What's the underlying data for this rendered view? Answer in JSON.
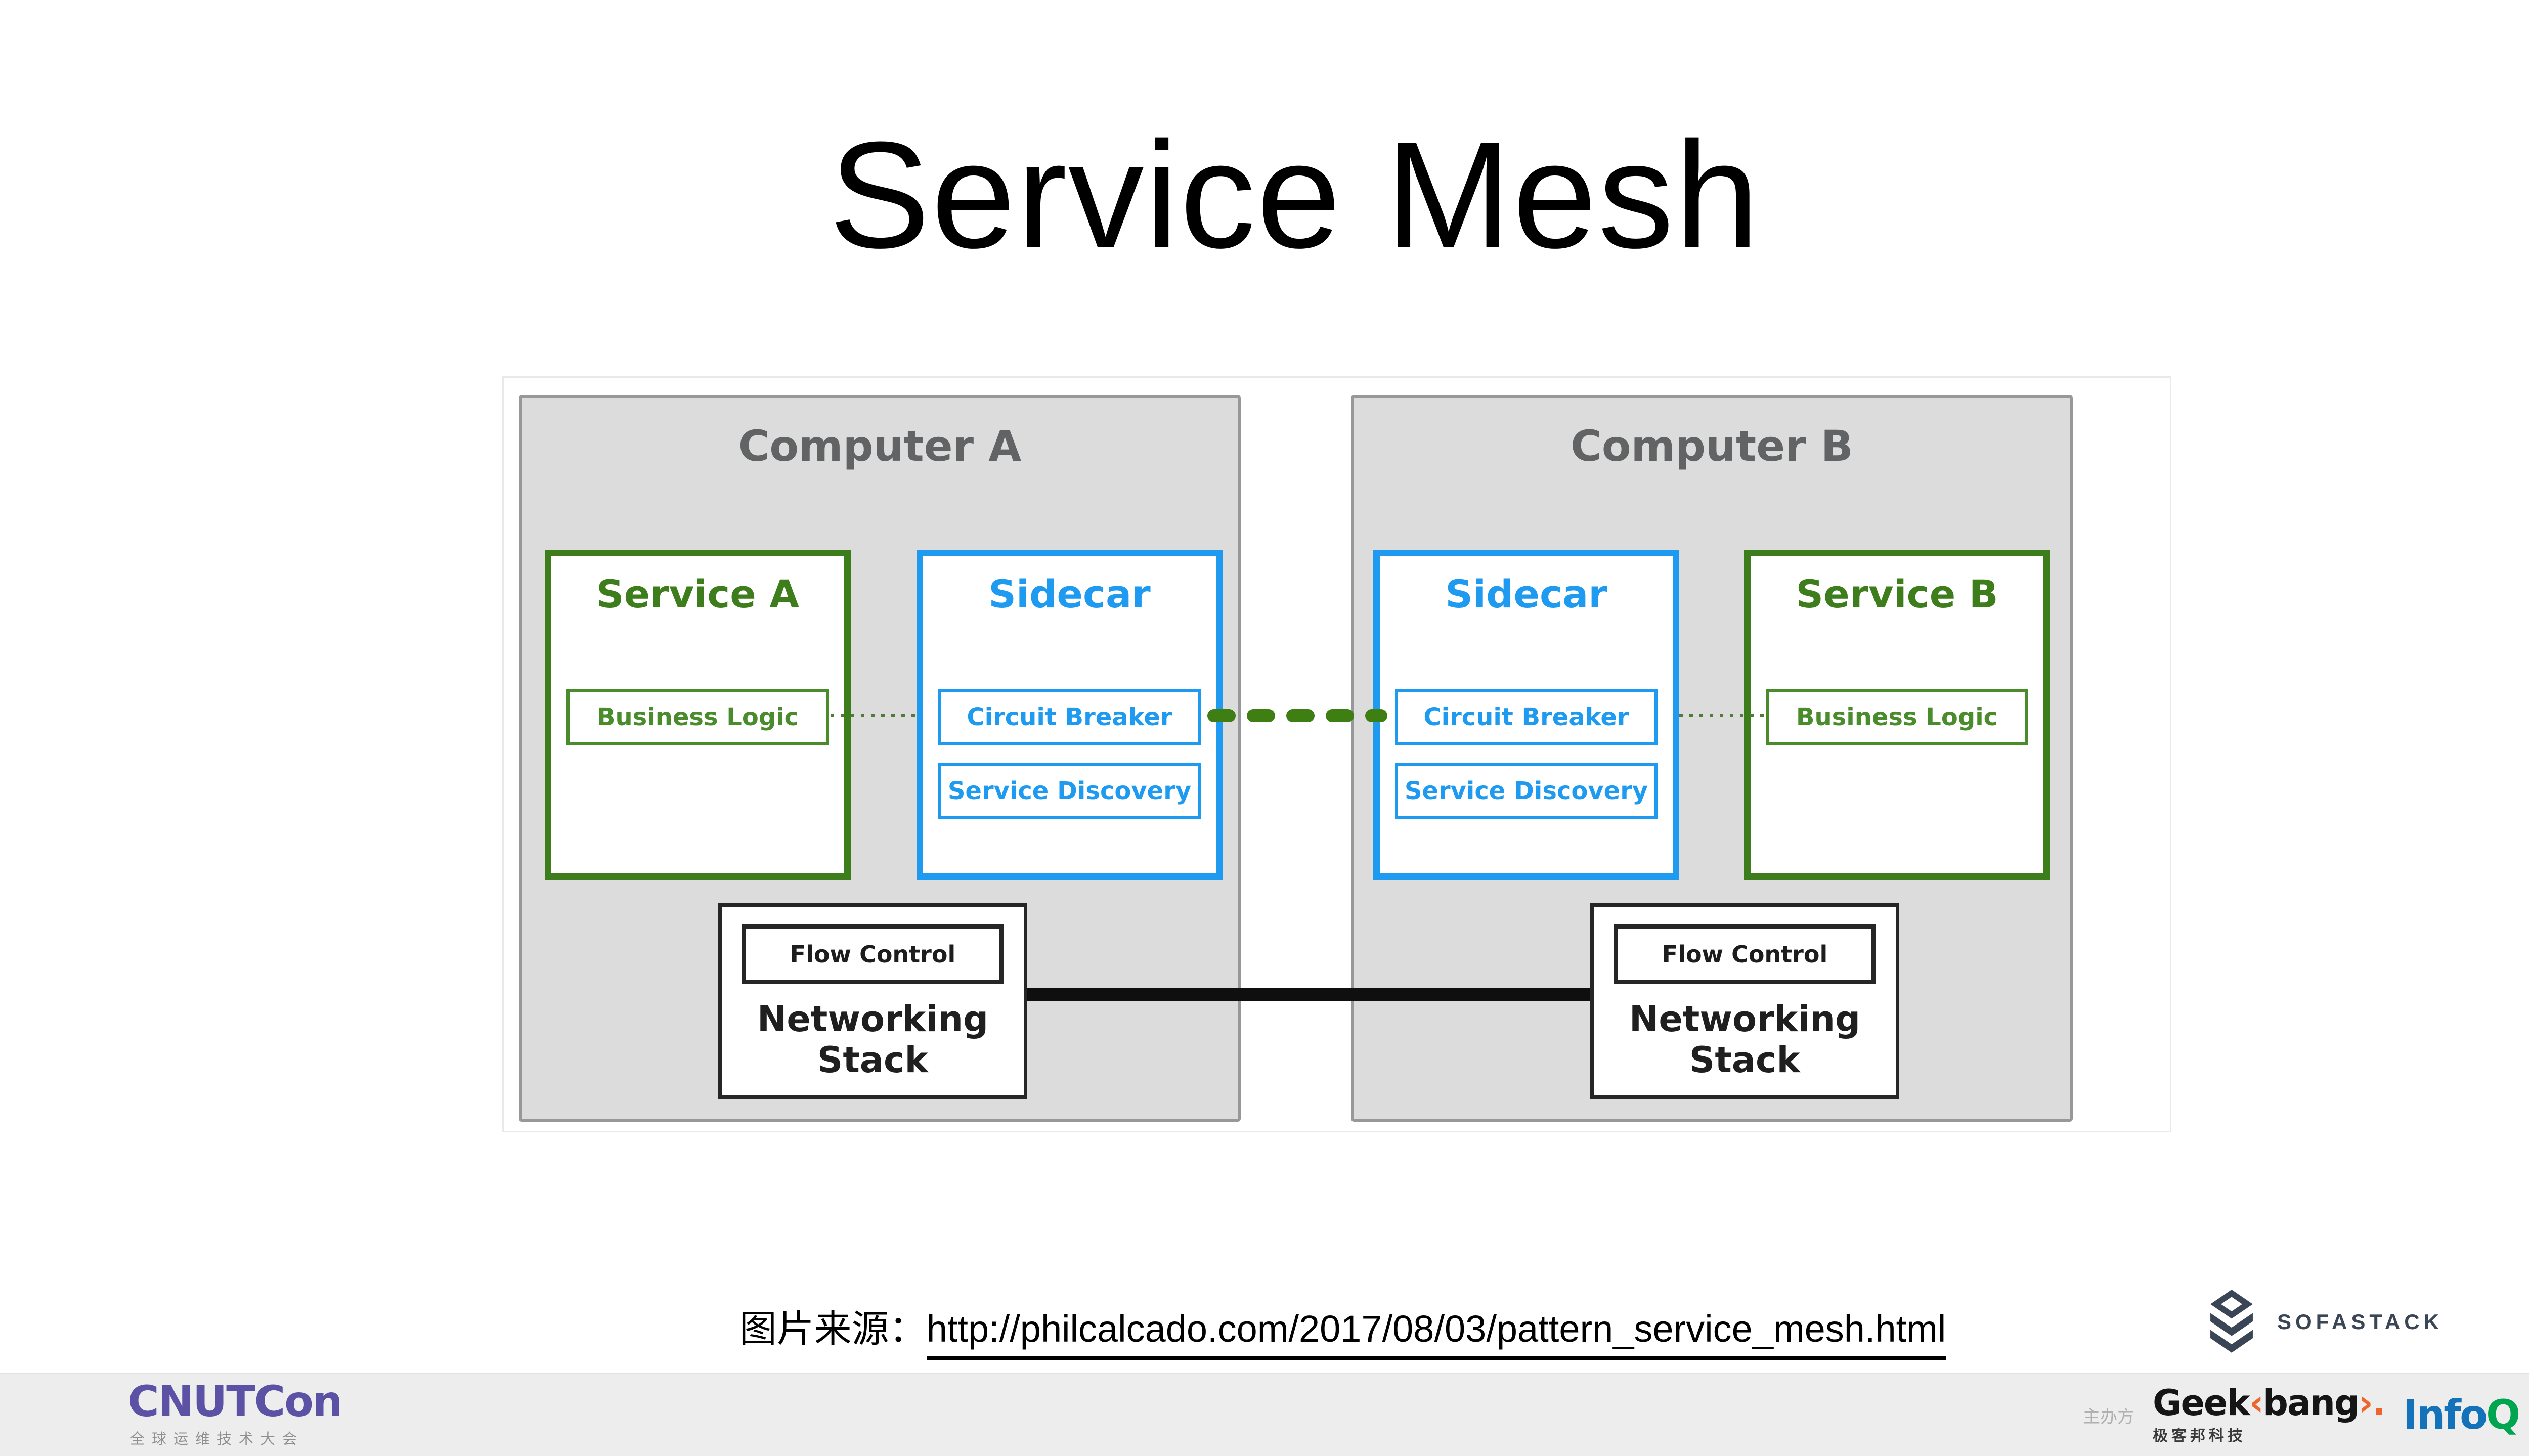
{
  "slide": {
    "title": "Service Mesh"
  },
  "diagram": {
    "computers": [
      {
        "title": "Computer A",
        "panels": [
          {
            "title": "Service A",
            "accent": "green",
            "chips": [
              "Business Logic"
            ]
          },
          {
            "title": "Sidecar",
            "accent": "blue",
            "chips": [
              "Circuit Breaker",
              "Service Discovery"
            ]
          }
        ],
        "stack": {
          "chip": "Flow Control",
          "label": "Networking Stack"
        }
      },
      {
        "title": "Computer B",
        "panels": [
          {
            "title": "Sidecar",
            "accent": "blue",
            "chips": [
              "Circuit Breaker",
              "Service Discovery"
            ]
          },
          {
            "title": "Service B",
            "accent": "green",
            "chips": [
              "Business Logic"
            ]
          }
        ],
        "stack": {
          "chip": "Flow Control",
          "label": "Networking Stack"
        }
      }
    ],
    "colors": {
      "green_border": "#3E7D1C",
      "green_text": "#4A8B2C",
      "blue": "#1E9BF0",
      "computer_fill": "#DCDCDC",
      "computer_border": "#98989A",
      "computer_title": "#626365",
      "dash_green": "#3E7E12",
      "dotted_green": "#4F7D35",
      "black_line": "#0F0F0F"
    }
  },
  "source": {
    "prefix": "图片来源：",
    "url": "http://philcalcado.com/2017/08/03/pattern_service_mesh.html"
  },
  "sofastack": {
    "text": "SOFASTACK",
    "color": "#3A4656"
  },
  "footer": {
    "cnutcon": {
      "name": "CNUTCon",
      "tagline": "全球运维技术大会",
      "color": "#5B51A5"
    },
    "host_label": "主办方",
    "geekbang": {
      "geek": "Geek",
      "open": "‹",
      "bang": "bang",
      "close": "›",
      "dot": ".",
      "tagline": "极客邦科技",
      "accent": "#F0642B"
    },
    "infoq": {
      "info": "Info",
      "q": "Q",
      "info_color": "#1372B9",
      "q_color": "#00A54F"
    }
  }
}
